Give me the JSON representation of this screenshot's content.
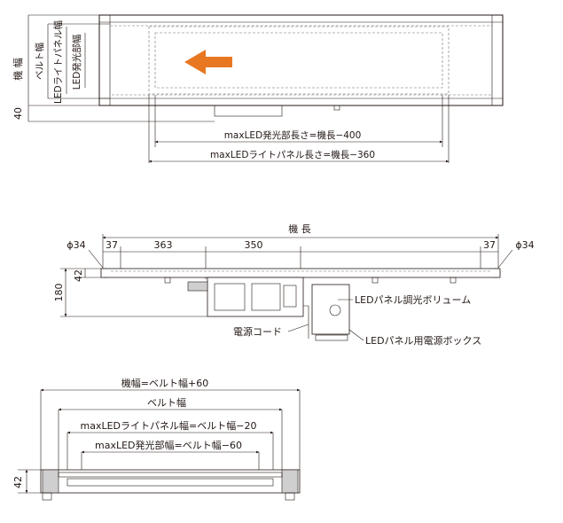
{
  "top_view": {
    "machine_width": "機 幅",
    "belt_width": "ベルト幅",
    "led_panel_width": "LEDライトパネル幅",
    "led_emit_width": "LED発光部幅",
    "height_40": "40",
    "max_emit_length": "maxLED発光部長さ=機長−400",
    "max_panel_length": "maxLEDライトパネル長さ=機長−360",
    "arrow_color": "#e87722"
  },
  "side_view": {
    "machine_length": "機 長",
    "phi_left": "ϕ34",
    "phi_right": "ϕ34",
    "dim_37_left": "37",
    "dim_363": "363",
    "dim_350": "350",
    "dim_37_right": "37",
    "dim_42": "42",
    "dim_180": "180",
    "label_volume": "LEDパネル調光ボリューム",
    "label_cord": "電源コード",
    "label_box": "LEDパネル用電源ボックス"
  },
  "end_view": {
    "machine_width_formula": "機幅=ベルト幅+60",
    "belt_width": "ベルト幅",
    "max_panel_width": "maxLEDライトパネル幅=ベルト幅−20",
    "max_emit_width": "maxLED発光部幅=ベルト幅−60",
    "dim_42": "42"
  }
}
